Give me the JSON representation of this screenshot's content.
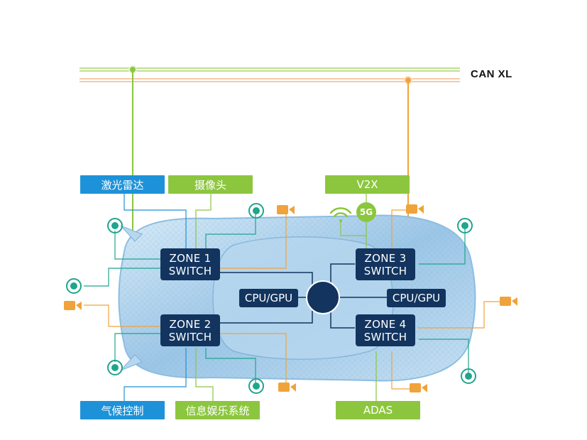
{
  "bus": {
    "label": "CAN XL"
  },
  "zones": [
    {
      "id": "zone1",
      "line1": "ZONE 1",
      "line2": "SWITCH"
    },
    {
      "id": "zone2",
      "line1": "ZONE 2",
      "line2": "SWITCH"
    },
    {
      "id": "zone3",
      "line1": "ZONE 3",
      "line2": "SWITCH"
    },
    {
      "id": "zone4",
      "line1": "ZONE 4",
      "line2": "SWITCH"
    }
  ],
  "cpus": [
    {
      "label": "CPU/GPU"
    },
    {
      "label": "CPU/GPU"
    }
  ],
  "labels": {
    "lidar": "激光雷达",
    "camera": "摄像头",
    "v2x": "V2X",
    "climate": "气候控制",
    "infotainment": "信息娱乐系统",
    "adas": "ADAS",
    "fiveg": "5G"
  },
  "colors": {
    "navy": "#12345e",
    "blue": "#1e92d9",
    "green": "#8cc63f",
    "orange": "#f0a33a",
    "teal": "#1fa58c",
    "car": "#a9cde8"
  },
  "icons": {
    "sensor": "radar-sensor-icon",
    "camera": "video-camera-icon",
    "wifi": "wifi-icon"
  }
}
